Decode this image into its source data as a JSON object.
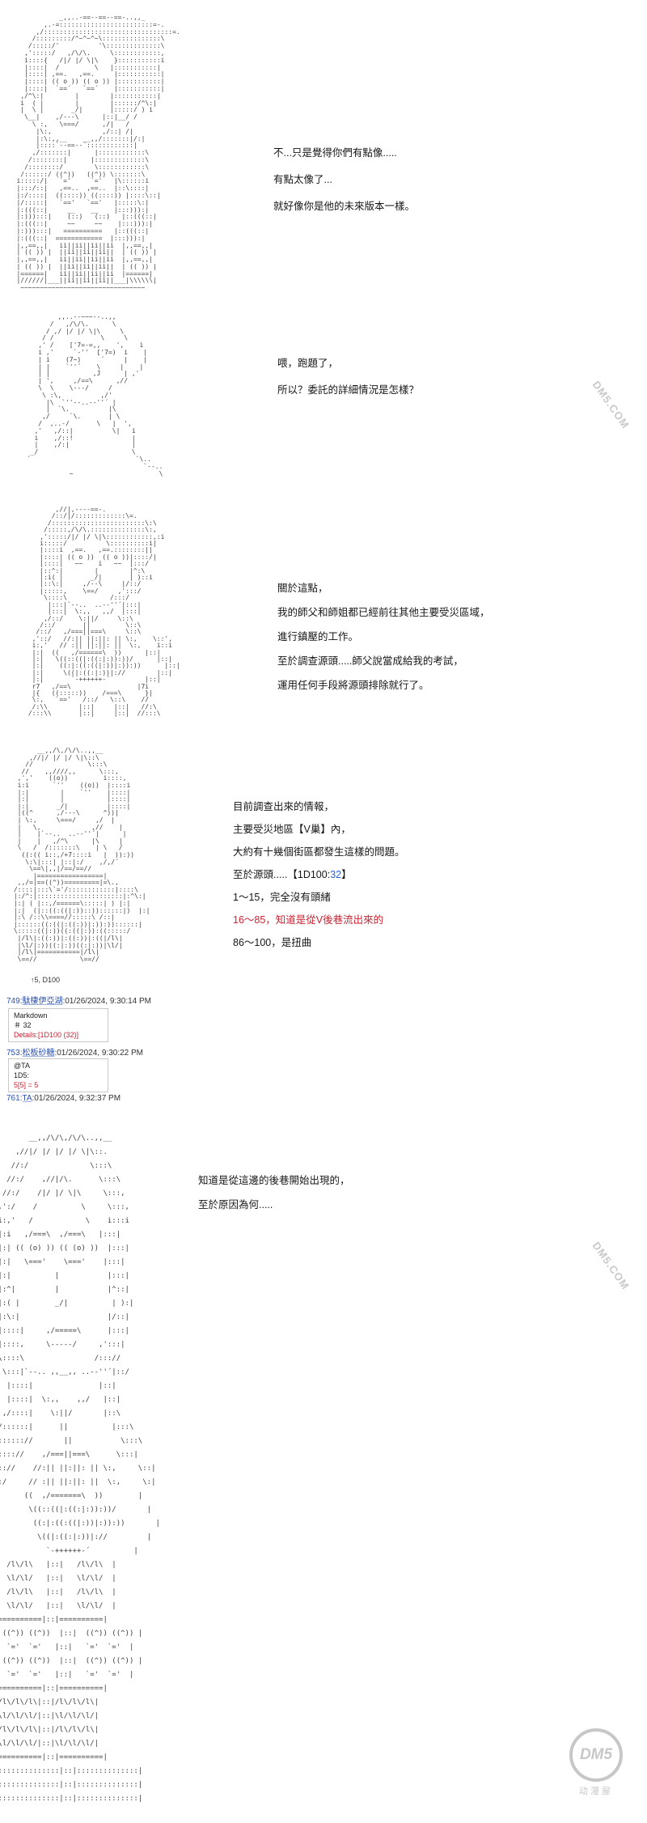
{
  "page": {
    "background": "#ffffff"
  },
  "colors": {
    "accent_red": "#cc2233",
    "accent_blue": "#2b5fd9",
    "link_blue": "#2a50b0",
    "watermark_gray": "#c9c9c9"
  },
  "aa": {
    "block1": [
      "              _,,..-==--==--==-..,,_",
      "          ,.-=::::::::::::::::::::::::=-.",
      "        ,/:::::::::::::::::::::::::::::::::=.",
      "       /:::::::::/^~^~^~\\:::::::::::::::\\",
      "      /:::::/'          '\\::::::::::::::\\",
      "     ,':::::/   ,/\\/\\.     \\::::::::::::,",
      "     i::::{   /|/ |/ \\|\\    }:::::::::::i",
      "     |::::|  /         \\   |:::::::::::|",
      "     |::::| ,==.   ,==.     |:::::::::::|",
      "     |::::| (( o )) (( o )) |:::::::::::|",
      "     |::::|  `==´   `==´    |:::::::::::|",
      "    ,/^\\:|        |        |:::::::::::|",
      "    i  ( |        |        |::::::/^\\:|",
      "    |  \\ |       _/|       |:::::/ ) i",
      "     \\__|    ,/---\\      |::|__/ /",
      "       \\ :,   \\===/      ,/|   /",
      "        |\\:,             ,/::| /|",
      "        |:\\:,,__    __,,/:::::::|/:|",
      "        |::::`--==--´::::::::::::|",
      "       ,/:::::::|      |::::::::::::\\",
      "      /::::::::|      |:::::::::::::\\",
      "     /::::::::/        \\::::::::::::\\",
      "    /::::::/ ((^))   ((^)) \\:::::::\\",
      "   i:::::/|   `='     `='   |\\::::::i",
      "   |:::/::|   ,==..  ,==..  |::\\::::|",
      "   |:/::::|  ((::::)) ((::::)) |::::\\::|",
      "   |/:::::|   `=='   `=='   |:::::\\:|",
      "   |:(((::|     __    __    |:::))):|",
      "   |:))):::|    (::)   (::)   |::(((::|",
      "   |:(((::|     ~~     ~~    |:::))):|",
      "   |:))):::|   ==========   |::(((::|",
      "   |:(((::|  ============  |:::))):|",
      "   |,,==,,|   ii||ii||ii||ii  |,,==,,|",
      "   | (( )) |  ||ii||ii||ii||  | (( )) |",
      "   |,,==,,|   ii||ii||ii||ii  |,,==,,|",
      "   | (( )) |  ||ii||ii||ii||  | (( )) |",
      "   |======|   ii||ii||ii||ii  |======|",
      "   |//////|___||ii||ii||ii||___|\\\\\\\\\\\\|",
      "    ~~~~~~~~~~~~~~~~~~~~~~~~~~~~~~~~",
      ""
    ],
    "block2": [
      "         ,,..--~~~--..,,",
      "       /   ,/\\/\\.      \\",
      "      / ,/ |/ |/ \\|\\     \\",
      "     / /            \\     \\",
      "    ,' /    ['7=-=,,    ',    i",
      "    i ,'     `-''  ['7=)  i    |",
      "    | i    (7~)     ´     |    |",
      "    | |    `''´    \\     |    |",
      "    | |           ,J      | ,'",
      "    | ',     ,/==\\      ,//",
      "    \\  \\    \\---/     /",
      "     \\ :\\,          ,/'",
      "      |\\  `''--..--''´ |",
      "      |  `\\.          |\\",
      "     ,/     `\\.       | \\",
      "    /  ,..-/       \\   |  ',",
      "   ,'   ,/::|          \\|   i",
      "   i    ,/::!               |",
      "   |    ,/:|                |",
      "  _/                        \\",
      " ´                           `\\..",
      "                               `--..",
      "            ~                      \\",
      ""
    ],
    "block3": [
      "        ,//|,----==-.",
      "       /::/|/:::::::::::::\\=.",
      "      /::::::::::::::::::::::::\\:\\",
      "     /:::::,/\\/\\.::::::::::::::\\:,",
      "    ,':::::/|/ |/ \\|\\::::::::::::,:i",
      "    i:::::/          \\::::::::::i|",
      "    |::::i  ,==.   ,==.::::::::||",
      "    |::::| (( o ))  (( o ))|::::/|",
      "    |::::|   ~~    i   ~~  |:::/",
      "    |::^:|        |        |^:\\",
      "    |:i( |       _/|       | )::i",
      "    |::\\:|     ,/--\\     |/::/",
      "    |:::::,    \\==/     ,':::/",
      "     \\::::\\           /:::/",
      "      |:::|`--..  ..--''´|:::|",
      "      |:::|  \\:,,   ,,/  |:::|",
      "     ,/::/    \\:||/     \\::\\",
      "    /::/       ||         \\::\\",
      "   /::/   ,/===||===\\     \\::\\",
      "  ,'::/   //:|| ||:||: || \\:,    \\::',",
      "  i:,'   // :|| ||:||: ||  \\:,    i::i",
      "  |:|  ((   ,/======\\  ))      |::|",
      "  |:|   \\((::((|:((:|:)):))/      |::|",
      "  |:|    ((:|:((:((|:))|:)):))      |::|",
      "  |:|     \\((|:((:|:))|://        |::|",
      "  |:|       `-++++++-´         |::|",
      "  r7   ,/==\\                 |7i",
      "  |{   ((:::::))    /===\\      }|",
      "  \\:,   `=='   /::/   \\::\\    //",
      "  /:\\\\        |::|     |::|   //:\\",
      " /:::\\\\       |::|     |::|  //:::\\",
      ""
    ],
    "block4": [
      "       __,,/\\,/\\/\\..,,__",
      "     ,//|/ |/ |/ \\|\\::\\",
      "    //              \\:::\\",
      "   //    ,,////,,      \\:::,",
      "  ,','    ((o))         i::::,",
      "  i:i      `''    ((o))  |::::i",
      "  |:|        |    `''    |::::|",
      "  |:|        |           |::::|",
      "  |:|       _/|          |::::|",
      "  |((^      ,/---\\      ^))|",
      "  | \\:,     \\===/     ,/  |",
      "  |   \\,             ,//    |",
      "  |    |`--..  ..--''´|      |",
      "  |    |   ,/^\\      |\\     |",
      "  \\   /  /:::::::\\    | \\   /",
      "   ((:(( i::,/+7::::i   |  )):))",
      "    \\:\\|:::| |::|:/    ,/,/´",
      "     \\==\\|,,|/==/==//",
      "      |=================|",
      "  ,,/=|==((^))=========|=\\.,",
      " /::::|:::\\`='/::::::::::::|::::\\",
      " |:/^:|::::::::::::::::::::::|:^\\:|",
      " |:| ( |::,/======\\:::::| ) |:|",
      " |:|  (|::((:((|:))::))::::::|)  |:|",
      " |:\\ /::\\\\====//:::::\\ /::|",
      " |::::::((:((|:((:))|:)):))::::::|",
      " \\:::::((|:))((:((|:)):((:::::/",
      "  |/l\\|:((:))|:((:))|:((|/l\\|",
      "  |\\l/|:))((:|:))((:|:))|\\l/|",
      "  |/l\\|===========|/l\\|",
      "  \\==//           \\==//",
      ""
    ],
    "block5": [
      "        __,,/\\/\\,/\\/\\..,,__",
      "     ,//|/ |/ |/ |/ \\|\\::.",
      "    //:/              \\:::\\",
      "   //:/    ,//|/\\.      \\:::\\",
      "  //:/    /|/ |/ \\|\\     \\:::,",
      " ,':/    /          \\     \\:::,",
      " i:,'   /            \\    i:::i",
      " |:i   ,/===\\  ,/===\\   |:::|",
      " |:| (( (o) )) (( (o) ))  |:::|",
      " |:|   \\==='    \\==='    |:::|",
      " |:|          |           |:::|",
      " |:^|         |           |^::|",
      " |:( |        _/|          | ):|",
      " |:\\:|                    |/::|",
      " |::::|     ,/=====\\      |:::|",
      " |::::,     \\-----/     ,':::|",
      " \\::::\\                /::://",
      "  \\:::|`--.. ,,__,, ..--''´|::/",
      "   |::::|               |::|",
      "   |::::|  \\:,,    ,,/   |::|",
      "  ,/::::|    \\:||/       |::\\",
      " /::::::|      ||          |:::\\",
      "/:::::://       ||           \\:::\\",
      "|:::://    ,/===||===\\      \\:::|",
      "|:://    //:|| ||:||: || \\:,     \\::|",
      "|:/     // :|| ||:||: ||  \\:,     \\:|",
      "|      ((  ,/=======\\  ))        |",
      "|       \\((::((|:((:|:)):))/       |",
      "|        ((:|:((:((|:))|:)):))       |",
      "|         \\((|:((:|:))|://         |",
      "|           `-++++++-´          |",
      "|  /l\\/l\\   |::|   /l\\/l\\  |",
      "|  \\l/\\l/   |::|   \\l/\\l/  |",
      "|  /l\\/l\\   |::|   /l\\/l\\  |",
      "|  \\l/\\l/   |::|   \\l/\\l/  |",
      "|==========|::|==========|",
      "| ((^)) ((^))  |::|  ((^)) ((^)) |",
      "|  `='  `='   |::|   `='  `='  |",
      "| ((^)) ((^))  |::|  ((^)) ((^)) |",
      "|  `='  `='   |::|   `='  `='  |",
      "|==========|::|==========|",
      "|/l\\/l\\/l\\|::|/l\\/l\\/l\\|",
      "|\\l/\\l/\\l/|::|\\l/\\l/\\l/|",
      "|/l\\/l\\/l\\|::|/l\\/l\\/l\\|",
      "|\\l/\\l/\\l/|::|\\l/\\l/\\l/|",
      "|==========|::|==========|",
      "|::::::::::::::|::|::::::::::::::|",
      "|::::::::::::::|::|::::::::::::::|",
      "|::::::::::::::|::|::::::::::::::|",
      ""
    ]
  },
  "dialogs": {
    "d1": [
      "不...只是覺得你們有點像.....",
      "有點太像了...",
      "就好像你是他的未來版本一樣。"
    ],
    "d2": [
      "喂，跑題了，",
      "所以？委託的詳細情況是怎樣？"
    ],
    "d3": [
      "關於這點，",
      "我的師父和師姐都已經前往其他主要受災區域，",
      "進行鎮壓的工作。",
      "至於調查源頭.....師父說當成給我的考試，",
      "運用任何手段將源頭排除就行了。"
    ],
    "d4": {
      "l1": "目前調查出來的情報，",
      "l2": "主要受災地區【V巢】內，",
      "l3": "大約有十幾個街區都發生這樣的問題。",
      "dice_prefix": "至於源頭.....【1D100:",
      "dice_roll": "32",
      "dice_suffix": "】",
      "l5": "1～15，完全沒有頭緒",
      "l6": "16～85，知道是從V後巷流出來的",
      "l7": "86～100，是扭曲"
    },
    "d5": [
      "知道是從這邊的後巷開始出現的，",
      "至於原因為何....."
    ]
  },
  "note": "↑5, D100",
  "sep": ":",
  "posts": {
    "p1": {
      "id": "749",
      "name": "駄棲伊亞湖",
      "time": "01/26/2024, 9:30:14 PM"
    },
    "p2": {
      "id": "753",
      "name": "松板砂糖",
      "time": "01/26/2024, 9:30:22 PM"
    },
    "p3": {
      "id": "761",
      "name": "TA",
      "time": "01/26/2024, 9:32:37 PM"
    }
  },
  "box1": {
    "l1": "Markdown",
    "l2": "＃ 32",
    "l3": "Details:[1D100 (32)]"
  },
  "box2": {
    "l1": "@TA",
    "l2": "1D5:",
    "l3": "5[5] = 5"
  },
  "watermark": {
    "diagonal": "DM5.COM",
    "logo": "DM5",
    "caption": "动漫屋"
  }
}
